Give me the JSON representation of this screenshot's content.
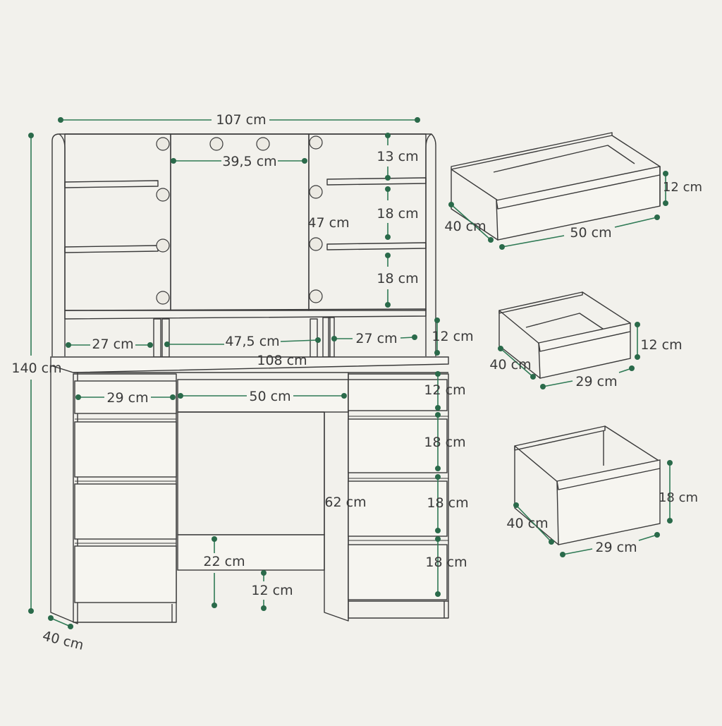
{
  "palette": {
    "line": "#3a3a3a",
    "dimension": "#2f7a55",
    "dot": "#2a6a4a",
    "background": "#f2f1ec"
  },
  "vanity": {
    "width_top": "107 cm",
    "mirror_width": "39,5 cm",
    "shelf_13": "13 cm",
    "shelf_18a": "18 cm",
    "shelf_18b": "18 cm",
    "mirror_height": "47 cm",
    "total_height": "140 cm",
    "shelf_left": "27 cm",
    "shelf_center": "47,5 cm",
    "shelf_right": "27 cm",
    "shelf_height": "12 cm",
    "desk_width": "108 cm",
    "drawer_left_width": "29 cm",
    "drawer_center_width": "50 cm",
    "drawer_right_top": "12 cm",
    "drawer_right_2": "18 cm",
    "drawer_right_3": "18 cm",
    "drawer_right_4": "18 cm",
    "knee_height": "62 cm",
    "footrest_height": "22 cm",
    "footrest_gap": "12 cm",
    "depth": "40 cm"
  },
  "drawers": [
    {
      "height": "12 cm",
      "depth": "40 cm",
      "width": "50 cm"
    },
    {
      "height": "12 cm",
      "depth": "40 cm",
      "width": "29 cm"
    },
    {
      "height": "18 cm",
      "depth": "40 cm",
      "width": "29 cm"
    }
  ]
}
